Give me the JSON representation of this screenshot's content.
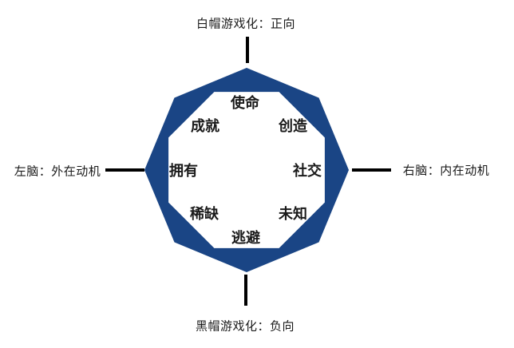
{
  "diagram": {
    "type": "octagon-framework",
    "colors": {
      "octagon_blue": "#1a4585",
      "inner_face": "#ffffff",
      "axis_line": "#000000",
      "label_text": "#1a1a1a"
    },
    "axis_labels": {
      "top": "白帽游戏化：正向",
      "bottom": "黑帽游戏化：负向",
      "left": "左脑：外在动机",
      "right": "右脑：内在动机"
    },
    "core_drives": [
      "使命",
      "成就",
      "创造",
      "拥有",
      "社交",
      "稀缺",
      "未知",
      "逃避"
    ]
  }
}
